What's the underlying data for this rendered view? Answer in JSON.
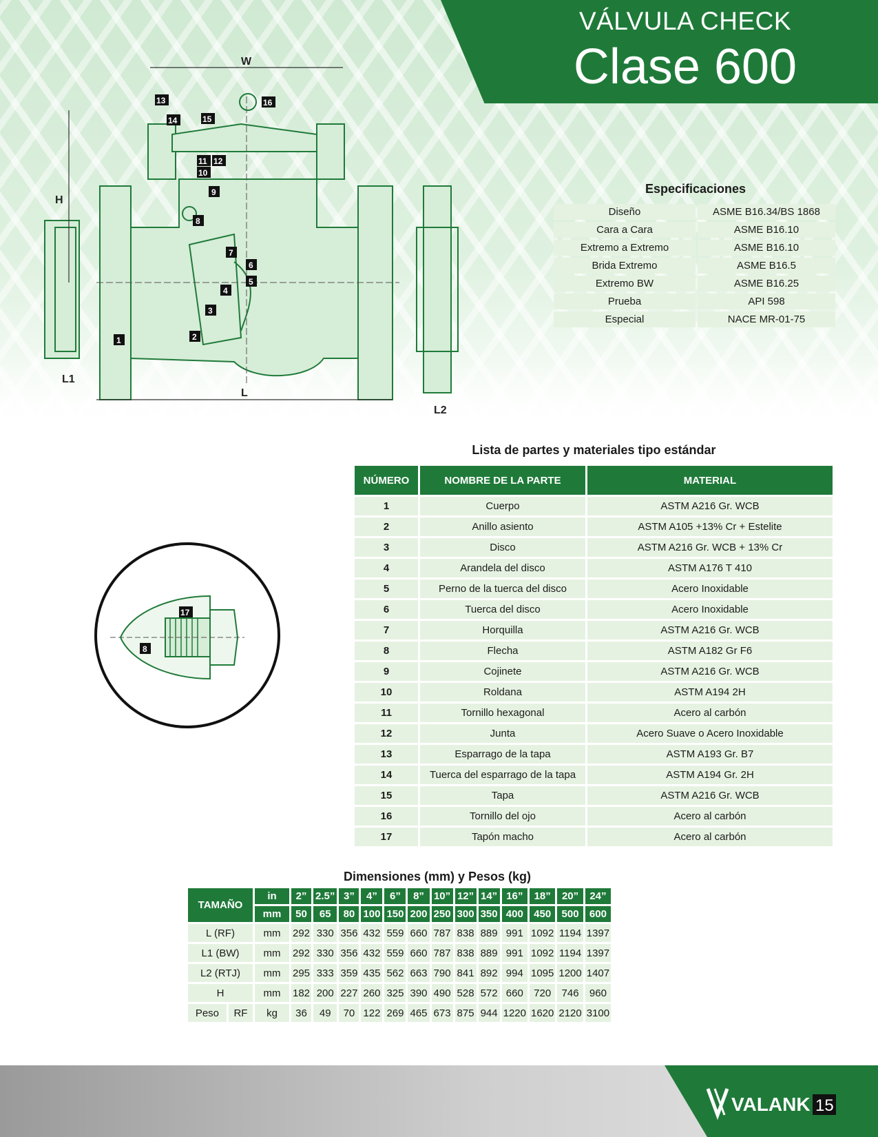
{
  "header": {
    "title_line1": "VÁLVULA CHECK",
    "title_line2": "Clase 600"
  },
  "diagram": {
    "dimension_labels": {
      "w": "W",
      "h": "H",
      "l": "L",
      "l1": "L1",
      "l2": "L2"
    },
    "callouts": [
      "1",
      "2",
      "3",
      "4",
      "5",
      "6",
      "7",
      "8",
      "9",
      "10",
      "11",
      "12",
      "13",
      "14",
      "15",
      "16"
    ],
    "detail_callouts": [
      "17",
      "8"
    ]
  },
  "specifications": {
    "title": "Especificaciones",
    "rows": [
      {
        "label": "Diseño",
        "value": "ASME B16.34/BS 1868"
      },
      {
        "label": "Cara a Cara",
        "value": "ASME B16.10"
      },
      {
        "label": "Extremo a Extremo",
        "value": "ASME B16.10"
      },
      {
        "label": "Brida Extremo",
        "value": "ASME B16.5"
      },
      {
        "label": "Extremo BW",
        "value": "ASME B16.25"
      },
      {
        "label": "Prueba",
        "value": "API 598"
      },
      {
        "label": "Especial",
        "value": "NACE MR-01-75"
      }
    ]
  },
  "parts": {
    "title": "Lista de partes y materiales tipo estándar",
    "headers": [
      "NÚMERO",
      "NOMBRE DE LA PARTE",
      "MATERIAL"
    ],
    "rows": [
      [
        "1",
        "Cuerpo",
        "ASTM A216 Gr. WCB"
      ],
      [
        "2",
        "Anillo asiento",
        "ASTM A105 +13% Cr + Estelite"
      ],
      [
        "3",
        "Disco",
        "ASTM A216 Gr. WCB + 13% Cr"
      ],
      [
        "4",
        "Arandela del disco",
        "ASTM A176 T 410"
      ],
      [
        "5",
        "Perno de la tuerca del disco",
        "Acero Inoxidable"
      ],
      [
        "6",
        "Tuerca del disco",
        "Acero Inoxidable"
      ],
      [
        "7",
        "Horquilla",
        "ASTM A216 Gr. WCB"
      ],
      [
        "8",
        "Flecha",
        "ASTM A182 Gr F6"
      ],
      [
        "9",
        "Cojinete",
        "ASTM A216 Gr. WCB"
      ],
      [
        "10",
        "Roldana",
        "ASTM A194 2H"
      ],
      [
        "11",
        "Tornillo hexagonal",
        "Acero al carbón"
      ],
      [
        "12",
        "Junta",
        "Acero Suave o Acero Inoxidable"
      ],
      [
        "13",
        "Esparrago de la tapa",
        "ASTM A193 Gr. B7"
      ],
      [
        "14",
        "Tuerca del esparrago de la tapa",
        "ASTM A194 Gr. 2H"
      ],
      [
        "15",
        "Tapa",
        "ASTM A216 Gr. WCB"
      ],
      [
        "16",
        "Tornillo del ojo",
        "Acero al carbón"
      ],
      [
        "17",
        "Tapón macho",
        "Acero al carbón"
      ]
    ]
  },
  "dimensions": {
    "title": "Dimensiones (mm) y Pesos (kg)",
    "size_label": "TAMAÑO",
    "in_label": "in",
    "mm_label": "mm",
    "sizes_in": [
      "2”",
      "2.5”",
      "3”",
      "4”",
      "6”",
      "8”",
      "10”",
      "12”",
      "14”",
      "16”",
      "18”",
      "20”",
      "24”"
    ],
    "sizes_mm": [
      "50",
      "65",
      "80",
      "100",
      "150",
      "200",
      "250",
      "300",
      "350",
      "400",
      "450",
      "500",
      "600"
    ],
    "rows": [
      {
        "label": "L (RF)",
        "unit": "mm",
        "values": [
          "292",
          "330",
          "356",
          "432",
          "559",
          "660",
          "787",
          "838",
          "889",
          "991",
          "1092",
          "1194",
          "1397"
        ]
      },
      {
        "label": "L1 (BW)",
        "unit": "mm",
        "values": [
          "292",
          "330",
          "356",
          "432",
          "559",
          "660",
          "787",
          "838",
          "889",
          "991",
          "1092",
          "1194",
          "1397"
        ]
      },
      {
        "label": "L2 (RTJ)",
        "unit": "mm",
        "values": [
          "295",
          "333",
          "359",
          "435",
          "562",
          "663",
          "790",
          "841",
          "892",
          "994",
          "1095",
          "1200",
          "1407"
        ]
      },
      {
        "label": "H",
        "unit": "mm",
        "values": [
          "182",
          "200",
          "227",
          "260",
          "325",
          "390",
          "490",
          "528",
          "572",
          "660",
          "720",
          "746",
          "960"
        ]
      }
    ],
    "weight_row": {
      "label": "Peso",
      "sublabel": "RF",
      "unit": "kg",
      "values": [
        "36",
        "49",
        "70",
        "122",
        "269",
        "465",
        "673",
        "875",
        "944",
        "1220",
        "1620",
        "2120",
        "3100"
      ]
    }
  },
  "footer": {
    "brand": "VALANK",
    "page_number": "15"
  },
  "colors": {
    "brand_green": "#1f7a39",
    "cell_fill": "#e6f2e1"
  }
}
